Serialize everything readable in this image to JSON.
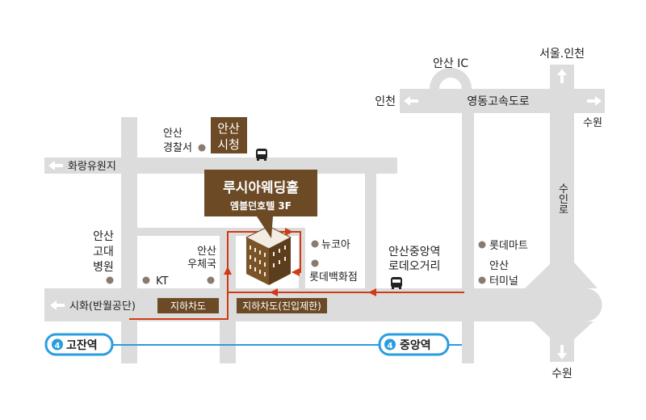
{
  "colors": {
    "road": "#dcdcdc",
    "brown": "#6b4a25",
    "route": "#d03a14",
    "subway": "#2a9de0",
    "poi": "#8a7a70"
  },
  "highway": {
    "name": "영동고속도로",
    "west": "인천",
    "east": "수원",
    "ic": "안산 IC"
  },
  "north_road": {
    "north": "서울.인천",
    "south": "수원",
    "name": "수인로"
  },
  "roads": {
    "hwarang": "화랑유원지",
    "sihwa": "시화(반월공단)"
  },
  "venue": {
    "name": "루시아웨딩홀",
    "sub": "엠블던호텔 3F"
  },
  "city_hall": [
    "안산",
    "시청"
  ],
  "pois": {
    "police": [
      "안산",
      "경찰서"
    ],
    "hospital": [
      "안산",
      "고대",
      "병원"
    ],
    "kt": "KT",
    "post": [
      "안산",
      "우체국"
    ],
    "newcore": "뉴코아",
    "lotte_dept": "롯데백화점",
    "rodeo": [
      "안산중앙역",
      "로데오거리"
    ],
    "lotte_mart": "롯데마트",
    "terminal": [
      "안산",
      "터미널"
    ]
  },
  "underpasses": {
    "a": "지하차도",
    "b": "지하차도(진입제한)"
  },
  "stations": [
    {
      "line": "4",
      "name": "고잔역"
    },
    {
      "line": "4",
      "name": "중앙역"
    }
  ]
}
